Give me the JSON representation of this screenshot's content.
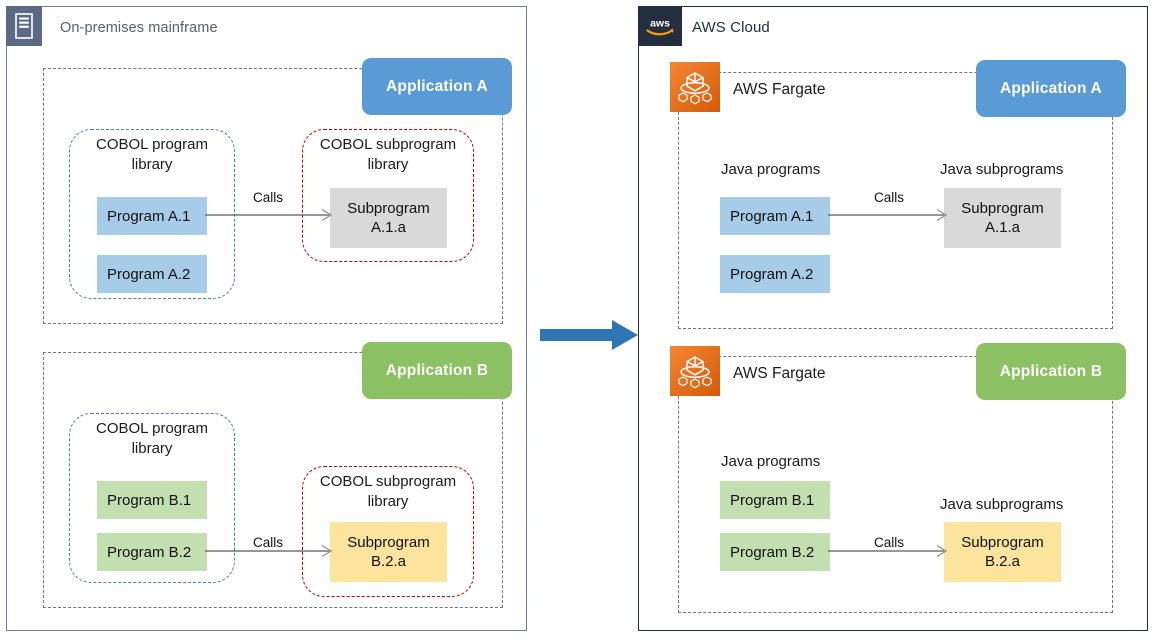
{
  "onprem": {
    "title": "On-premises mainframe",
    "icon": "mainframe-icon",
    "appA": {
      "badge": "Application A",
      "program_library_caption": "COBOL program\nlibrary",
      "subprogram_library_caption": "COBOL subprogram\nlibrary",
      "programs": [
        "Program A.1",
        "Program A.2"
      ],
      "subprograms": [
        "Subprogram\nA.1.a"
      ],
      "call_label": "Calls"
    },
    "appB": {
      "badge": "Application B",
      "program_library_caption": "COBOL program\nlibrary",
      "subprogram_library_caption": "COBOL subprogram\nlibrary",
      "programs": [
        "Program B.1",
        "Program B.2"
      ],
      "subprograms": [
        "Subprogram\nB.2.a"
      ],
      "call_label": "Calls"
    }
  },
  "aws": {
    "title": "AWS Cloud",
    "icon": "aws-logo-icon",
    "appA": {
      "service": "AWS Fargate",
      "service_icon": "aws-fargate-icon",
      "badge": "Application A",
      "program_library_caption": "Java programs",
      "subprogram_library_caption": "Java subprograms",
      "programs": [
        "Program A.1",
        "Program A.2"
      ],
      "subprograms": [
        "Subprogram\nA.1.a"
      ],
      "call_label": "Calls"
    },
    "appB": {
      "service": "AWS Fargate",
      "service_icon": "aws-fargate-icon",
      "badge": "Application B",
      "program_library_caption": "Java programs",
      "subprogram_library_caption": "Java subprograms",
      "programs": [
        "Program B.1",
        "Program B.2"
      ],
      "subprograms": [
        "Subprogram\nB.2.a"
      ],
      "call_label": "Calls"
    }
  },
  "migration": {
    "arrow": "migration-arrow",
    "direction": "left-to-right"
  },
  "colors": {
    "app_a_badge": "#5b9bd5",
    "app_b_badge": "#8cc163",
    "program_a_fill": "#a7cce8",
    "program_b_fill": "#c3dfb0",
    "subprogram_grey_fill": "#d9d9d9",
    "subprogram_yellow_fill": "#fde49c",
    "program_library_border": "#4a7ebb",
    "subprogram_library_border": "#c00000",
    "mainframe_icon_bg": "#5a6a85",
    "aws_logo_bg": "#232f3e",
    "fargate_icon_bg": "#ed7100",
    "migration_arrow": "#2e75b6"
  }
}
